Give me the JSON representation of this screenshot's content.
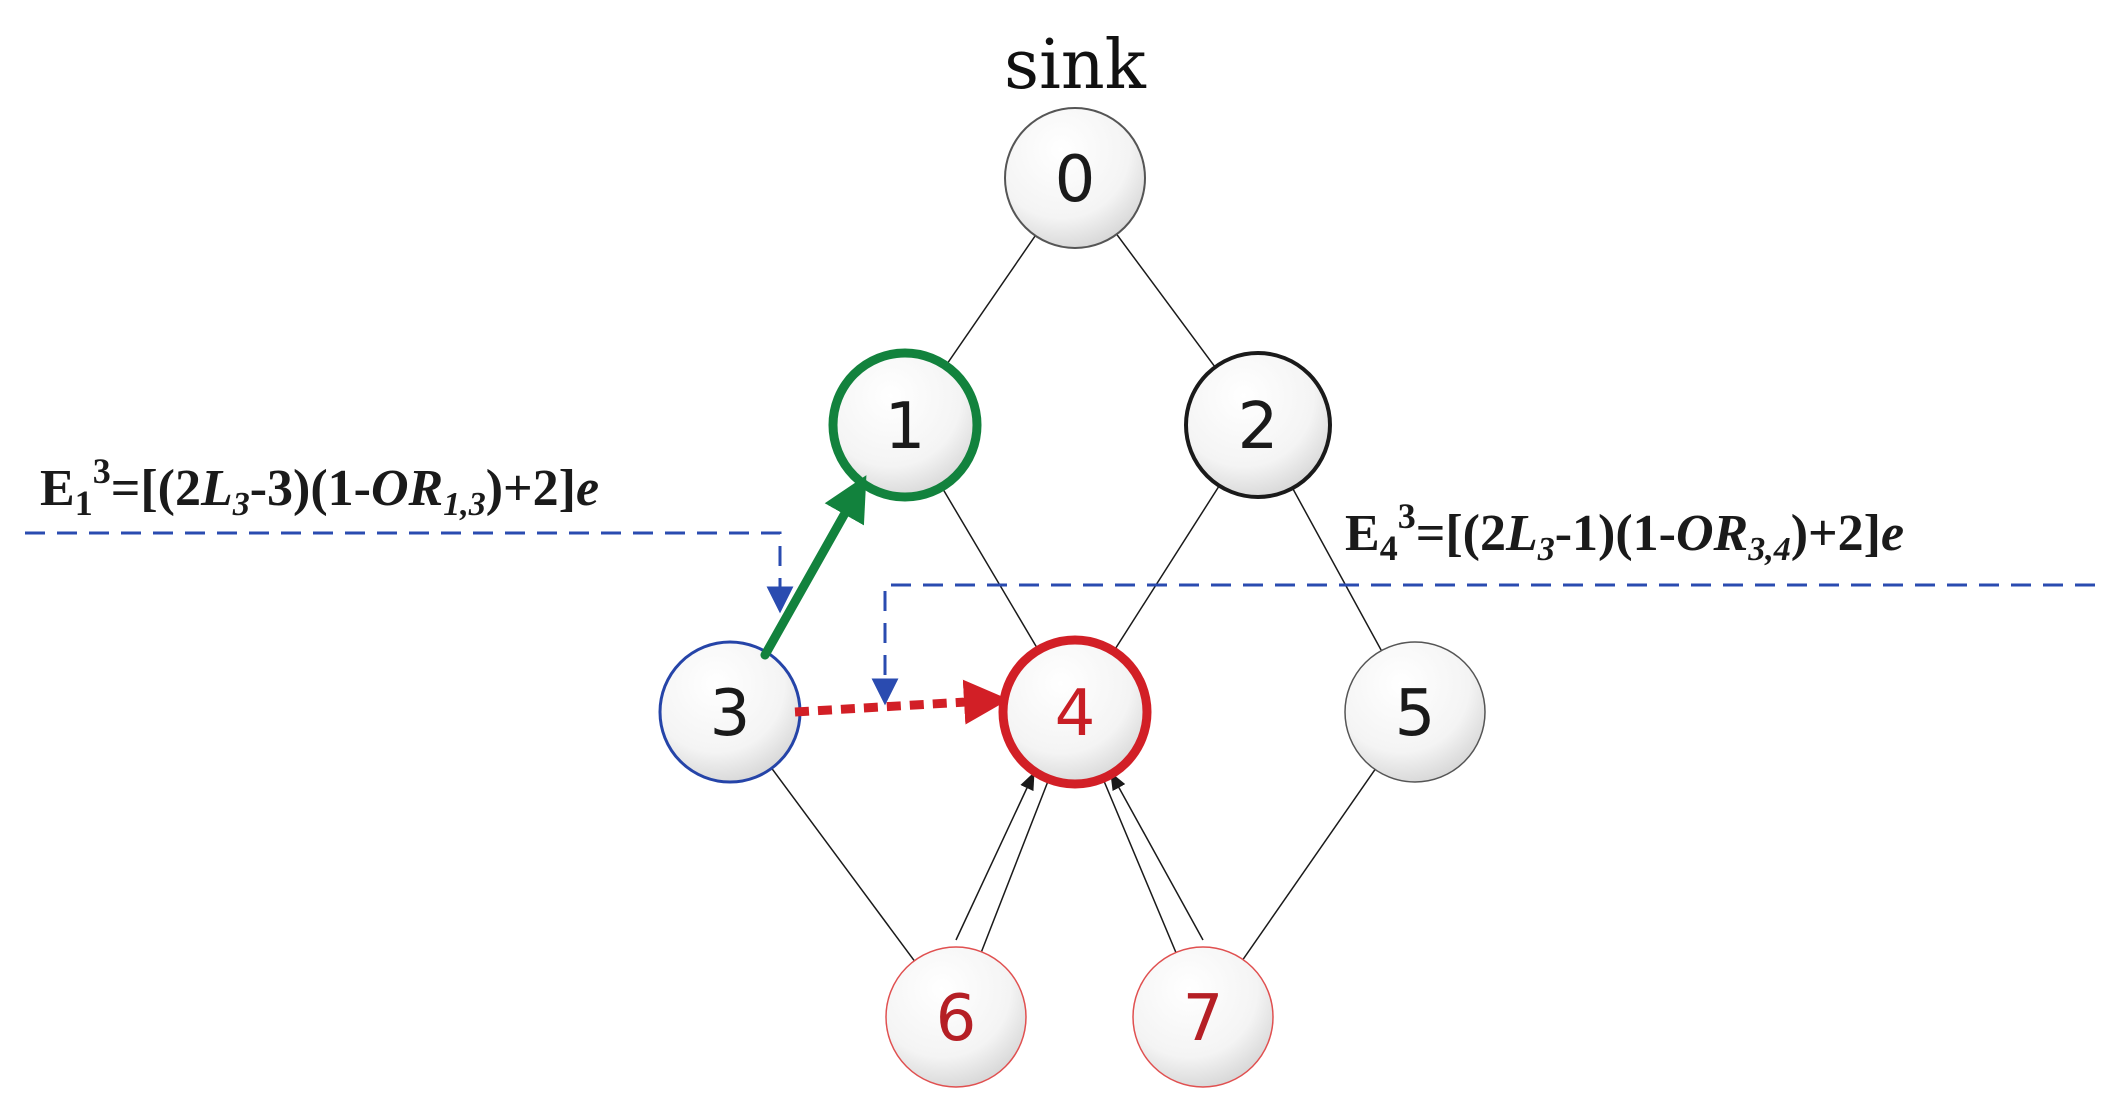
{
  "sink_label": "sink",
  "nodes": [
    {
      "id": "0",
      "label": "0",
      "stroke": "#555555",
      "text": "#1a1a1a"
    },
    {
      "id": "1",
      "label": "1",
      "stroke": "#12823d",
      "text": "#1a1a1a"
    },
    {
      "id": "2",
      "label": "2",
      "stroke": "#1a1a1a",
      "text": "#1a1a1a"
    },
    {
      "id": "3",
      "label": "3",
      "stroke": "#2544a8",
      "text": "#1a1a1a"
    },
    {
      "id": "4",
      "label": "4",
      "stroke": "#d21f26",
      "text": "#c81e25"
    },
    {
      "id": "5",
      "label": "5",
      "stroke": "#555555",
      "text": "#1a1a1a"
    },
    {
      "id": "6",
      "label": "6",
      "stroke": "#e05050",
      "text": "#b51f25"
    },
    {
      "id": "7",
      "label": "7",
      "stroke": "#e05050",
      "text": "#b51f25"
    }
  ],
  "edges": [
    [
      "0",
      "1"
    ],
    [
      "0",
      "2"
    ],
    [
      "1",
      "4"
    ],
    [
      "2",
      "4"
    ],
    [
      "2",
      "5"
    ],
    [
      "3",
      "6"
    ],
    [
      "6",
      "4"
    ],
    [
      "7",
      "4"
    ],
    [
      "5",
      "7"
    ]
  ],
  "formula_1": {
    "E": "E",
    "sub": "1",
    "sup": "3",
    "open": "=[(2",
    "L": "L",
    "Lsub": "3",
    "mid1": "-3)(1-",
    "OR": "OR",
    "ORsub": "1,3",
    "close": ")+2]",
    "e": "e"
  },
  "formula_2": {
    "E": "E",
    "sub": "4",
    "sup": "3",
    "open": "=[(2",
    "L": "L",
    "Lsub": "3",
    "mid1": "-1)(1-",
    "OR": "OR",
    "ORsub": "3,4",
    "close": ")+2]",
    "e": "e"
  },
  "colors": {
    "green_arrow": "#12823d",
    "red_arrow": "#d21f26",
    "blue_dash": "#2a4bb0",
    "edge": "#1a1a1a"
  }
}
